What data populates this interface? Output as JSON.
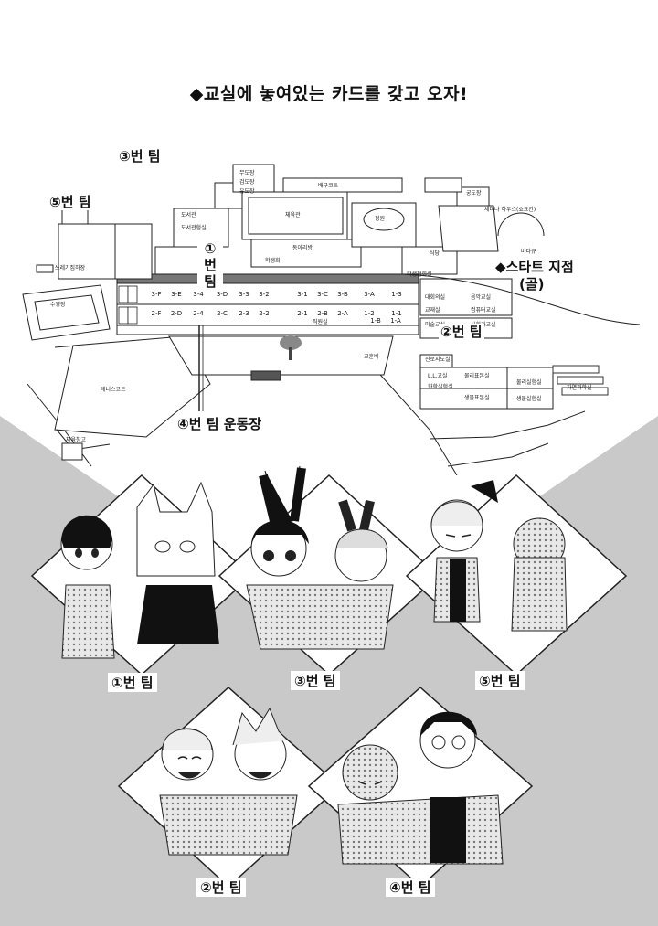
{
  "heading": "◆교실에 놓여있는 카드를 갖고 오자!",
  "map": {
    "labels": {
      "team3": "③번 팀",
      "team5": "⑤번 팀",
      "team1": "①번 팀",
      "team2": "②번 팀",
      "team4": "④번 팀 운동장",
      "start": "◆스타트 지점",
      "goal": "(골)"
    },
    "places": {
      "pool": "수영장",
      "tennis": "테니스코트",
      "trash": "쓰레기집하장",
      "gym": "체육관",
      "library": "도서관",
      "library_club": "도서관험실",
      "volleyball": "배구코트",
      "garden": "정원",
      "archery": "궁도장",
      "seminar": "세미나 하우스(쇼요칸)",
      "cafeteria": "식당",
      "student_room": "학생접회실",
      "meeting": "대회의실",
      "music": "음악교실",
      "faculty": "교재실",
      "computer": "컴퓨터교실",
      "social": "사회과교실",
      "arts": "미술교실",
      "press": "직원실",
      "ll": "L.L.교실",
      "chem": "화학실험실",
      "physics": "물리표본실",
      "bio": "생물표본실",
      "bio_lab": "생물실험실",
      "phys_lab": "물리실험실",
      "pe_storage": "체육창고",
      "guidance": "진로지도실",
      "monument": "교훈비",
      "nature": "자연과학실",
      "bike": "바다큐",
      "dojo": "무도장",
      "kendo": "검도장",
      "judo": "유도장",
      "club": "동아리방",
      "student_council": "학생회"
    },
    "rooms_top": [
      "3-F",
      "3-E",
      "3-4",
      "3-D",
      "3-3",
      "3-2",
      "",
      "3-1",
      "3-C",
      "3-B",
      "3-A",
      "1-3"
    ],
    "rooms_bottom": [
      "2-F",
      "2-D",
      "2-4",
      "2-C",
      "2-3",
      "2-2",
      "",
      "2-1",
      "2-B",
      "2-A",
      "1-2",
      "1-1"
    ],
    "rooms_low": [
      "1-B",
      "1-A"
    ]
  },
  "teams": [
    {
      "label": "①번 팀"
    },
    {
      "label": "③번 팀"
    },
    {
      "label": "⑤번 팀"
    },
    {
      "label": "②번 팀"
    },
    {
      "label": "④번 팀"
    }
  ]
}
